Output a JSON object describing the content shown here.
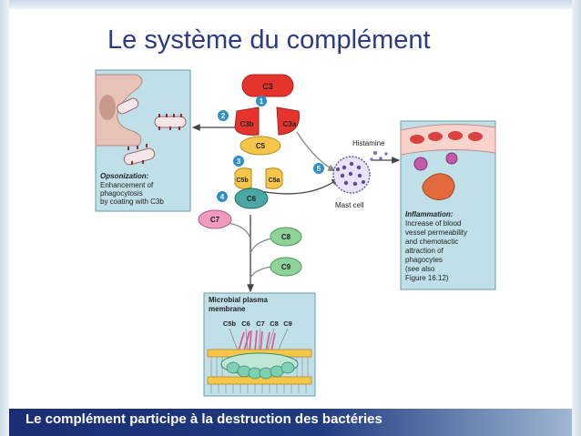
{
  "title": "Le système du complément",
  "footer": "Le complément participe à la destruction des bactéries",
  "molecules": {
    "c3": "C3",
    "c3b": "C3b",
    "c3a": "C3a",
    "c5": "C5",
    "c5b": "C5b",
    "c5a": "C5a",
    "c6": "C6",
    "c7": "C7",
    "c8": "C8",
    "c9": "C9"
  },
  "steps": [
    "1",
    "2",
    "3",
    "4",
    "5"
  ],
  "labels": {
    "histamine": "Histamine",
    "mast_cell": "Mast cell",
    "opsonization_title": "Opsonization:",
    "opsonization_lines": [
      "Enhancement of",
      "phagocytosis",
      "by coating with C3b"
    ],
    "inflammation_title": "Inflammation:",
    "inflammation_lines": [
      "Increase of blood",
      "vessel permeability",
      "and chemotactic",
      "attraction of",
      "phagocytes",
      "(see also",
      "Figure 16.12)"
    ],
    "membrane_lines": [
      "Microbial plasma",
      "membrane"
    ],
    "mac_components": [
      "C5b",
      "C6",
      "C7",
      "C8",
      "C9"
    ]
  },
  "colors": {
    "title": "#2f3a86",
    "c3": "#e6342c",
    "c5": "#f6c64a",
    "c6": "#4aa7a6",
    "c7": "#f09ac0",
    "c8c9": "#8fd39b",
    "step_badge": "#2f8fc8",
    "panel": "#bfe0e8"
  }
}
